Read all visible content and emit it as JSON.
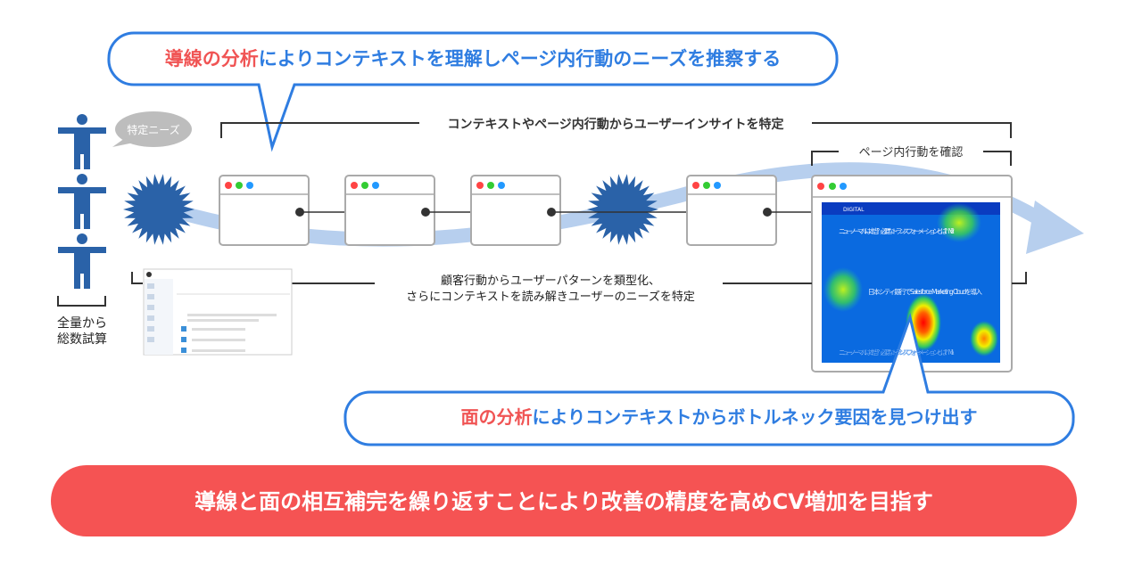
{
  "top_callout": {
    "highlight": "導線の分析",
    "rest": "によりコンテキストを理解しページ内行動のニーズを推察する"
  },
  "top_bracket_label": "コンテキストやページ内行動からユーザーインサイトを特定",
  "page_bracket_label": "ページ内行動を確認",
  "need_bubble": "特定ニーズ",
  "people_label": {
    "line1": "全量から",
    "line2": "総数試算"
  },
  "pattern_label": {
    "line1": "顧客行動からユーザーパターンを類型化、",
    "line2": "さらにコンテキストを読み解きユーザーのニーズを特定"
  },
  "heatmap_page": {
    "logo": "DIGITAL",
    "headline1": "ニューノーマルは本当？必要なトランスフォーメーションとは？No.2",
    "headline2": "日本シティ銀行でSalesforce Marketing Cloudを導入",
    "headline3": "ニューノーマルは本当？必要なトランスフォーメーションとは？No.1"
  },
  "bottom_callout": {
    "highlight": "面の分析",
    "rest": "によりコンテキストからボトルネック要因を見つけ出す"
  },
  "conclusion": "導線と面の相互補完を繰り返すことにより改善の精度を高めCV増加を目指す",
  "colors": {
    "accent_blue": "#2f7de1",
    "highlight_red": "#f05454",
    "icon_blue": "#2a62a8",
    "flow_blue": "#b7cfee",
    "pill_red": "#f55353"
  }
}
